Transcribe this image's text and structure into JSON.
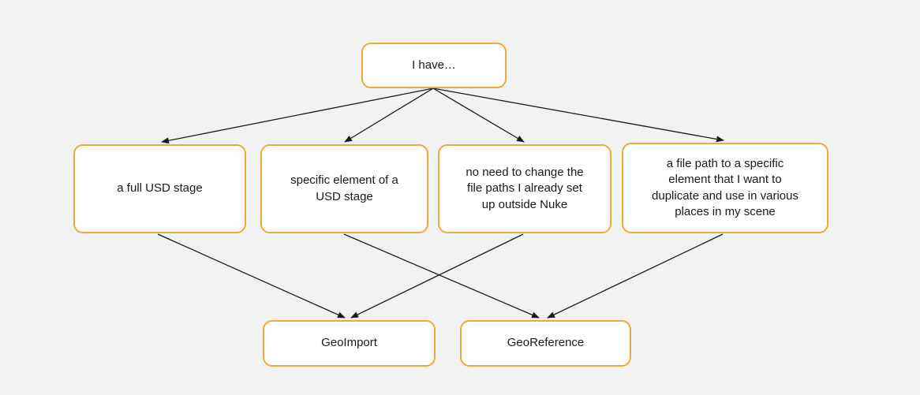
{
  "diagram": {
    "type": "flowchart",
    "title": "",
    "background_color": "#f2f2f2",
    "node_border_color": "#efa83c",
    "node_fill_color": "#ffffff",
    "edge_color": "#1a1a1a",
    "nodes": [
      {
        "id": "root",
        "label": "I have…"
      },
      {
        "id": "opt1",
        "label": "a full USD stage"
      },
      {
        "id": "opt2",
        "label": "specific element of a\nUSD stage"
      },
      {
        "id": "opt3",
        "label": "no need to change the\nfile paths I already set\nup outside Nuke"
      },
      {
        "id": "opt4",
        "label": "a file path to a specific\nelement that I want to\nduplicate and use in various\nplaces in my scene"
      },
      {
        "id": "geoimport",
        "label": "GeoImport"
      },
      {
        "id": "georef",
        "label": "GeoReference"
      }
    ],
    "edges": [
      {
        "from": "root",
        "to": "opt1"
      },
      {
        "from": "root",
        "to": "opt2"
      },
      {
        "from": "root",
        "to": "opt3"
      },
      {
        "from": "root",
        "to": "opt4"
      },
      {
        "from": "opt1",
        "to": "geoimport"
      },
      {
        "from": "opt3",
        "to": "geoimport"
      },
      {
        "from": "opt2",
        "to": "georef"
      },
      {
        "from": "opt4",
        "to": "georef"
      }
    ]
  }
}
